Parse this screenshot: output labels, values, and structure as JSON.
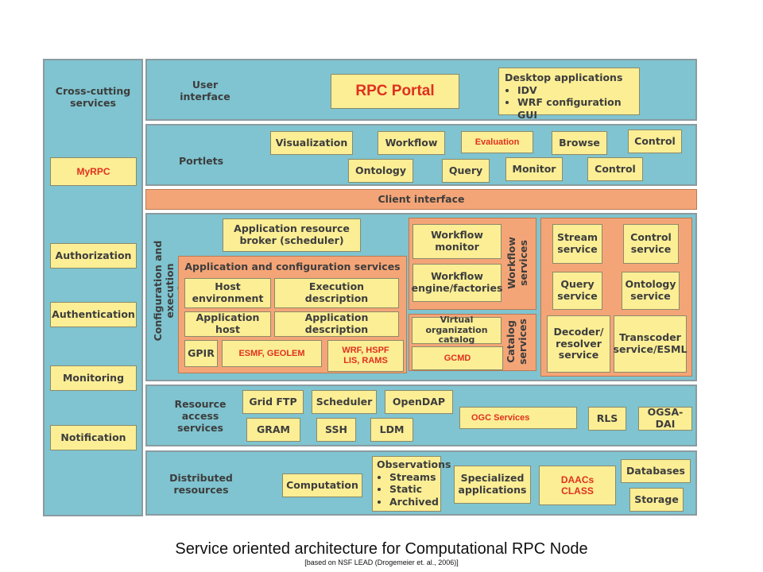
{
  "cross_cutting": {
    "title": "Cross-cutting\nservices",
    "myrpc": "MyRPC",
    "authorization": "Authorization",
    "authentication": "Authentication",
    "monitoring": "Monitoring",
    "notification": "Notification"
  },
  "user_interface": {
    "title": "User\ninterface",
    "portal": "RPC Portal",
    "desktop_title": "Desktop applications",
    "desktop_items": [
      "IDV",
      "WRF configuration GUI"
    ]
  },
  "portlets": {
    "title": "Portlets",
    "visualization": "Visualization",
    "workflow": "Workflow",
    "evaluation": "Evaluation",
    "browse": "Browse",
    "control_top": "Control",
    "ontology": "Ontology",
    "query": "Query",
    "monitor": "Monitor",
    "control_bottom": "Control"
  },
  "client_interface": "Client interface",
  "config": {
    "title": "Configuration and\nexecution services",
    "broker": "Application resource\nbroker (scheduler)",
    "app_config_title": "Application and configuration services",
    "host_env": "Host\nenvironment",
    "exec_desc": "Execution\ndescription",
    "app_host": "Application host",
    "app_desc": "Application description",
    "gpir": "GPIR",
    "esmf": "ESMF, GEOLEM",
    "wrf": "WRF, HSPF\nLIS, RAMS",
    "workflow_services": "Workflow\nservices",
    "workflow_monitor": "Workflow\nmonitor",
    "workflow_engine": "Workflow\nengine/factories",
    "catalog_services": "Catalog\nservices",
    "vo_catalog": "Virtual organization\ncatalog",
    "gcmd": "GCMD",
    "stream": "Stream\nservice",
    "control_service": "Control\nservice",
    "query_service": "Query\nservice",
    "ontology_service": "Ontology\nservice",
    "decoder": "Decoder/\nresolver\nservice",
    "transcoder": "Transcoder\nservice/ESML"
  },
  "resource_access": {
    "title": "Resource\naccess\nservices",
    "gridftp": "Grid FTP",
    "scheduler": "Scheduler",
    "opendap": "OpenDAP",
    "ogc": "OGC Services",
    "rls": "RLS",
    "ogsadai": "OGSA-DAI",
    "gram": "GRAM",
    "ssh": "SSH",
    "ldm": "LDM"
  },
  "distributed": {
    "title": "Distributed\nresources",
    "computation": "Computation",
    "observations_title": "Observations",
    "observations_items": [
      "Streams",
      "Static",
      "Archived"
    ],
    "specialized": "Specialized\napplications",
    "daacs": "DAACs\nCLASS",
    "databases": "Databases",
    "storage": "Storage"
  },
  "caption": {
    "title": "Service oriented architecture for Computational RPC Node",
    "source": "[based on NSF LEAD (Drogemeier et. al., 2006)]"
  }
}
